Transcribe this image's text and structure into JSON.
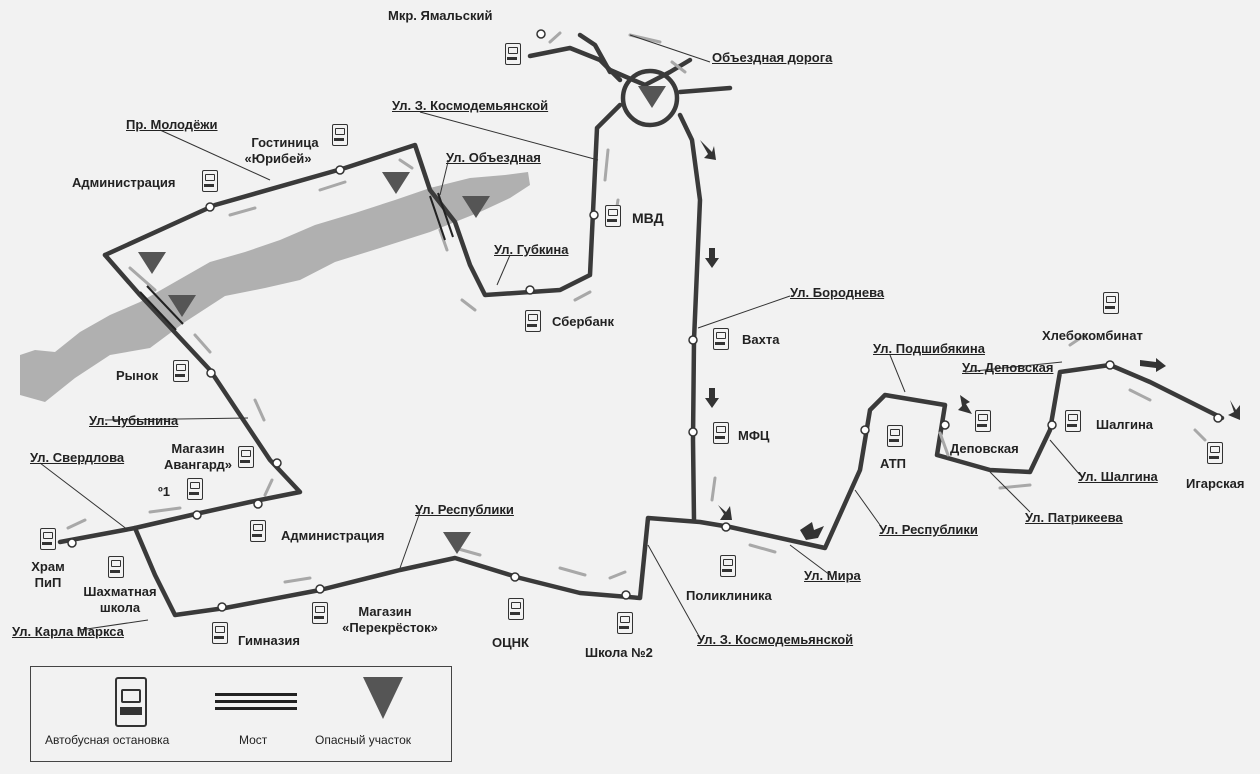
{
  "map": {
    "colors": {
      "route": "#3a3a3a",
      "river": "#9a9a9a",
      "hazard": "#555555",
      "arrow": "#a8a8a8"
    },
    "stops": {
      "mikr_yamalsky": "Мкр. Ямальский",
      "gostinitsa_1": "Гостиница",
      "gostinitsa_2": "«Юрибей»",
      "administratsiya_top": "Администрация",
      "mvd": "МВД",
      "sberbank": "Сбербанк",
      "vakhta": "Вахта",
      "mfc": "МФЦ",
      "rynok": "Рынок",
      "magazin_avangard_1": "Магазин",
      "magazin_avangard_2": "Авангард»",
      "no1": "º1",
      "administratsiya_bottom": "Администрация",
      "khram_1": "Храм",
      "khram_2": "ПиП",
      "shakhmatnaya_1": "Шахматная",
      "shakhmatnaya_2": "школа",
      "gimnaziya": "Гимназия",
      "perekrestok_1": "Магазин",
      "perekrestok_2": "«Перекрёсток»",
      "ocnk": "ОЦНК",
      "shkola2": "Школа №2",
      "poliklinika": "Поликлиника",
      "atp": "АТП",
      "depovskaya": "Деповская",
      "shalgina": "Шалгина",
      "khlebokombinat": "Хлебокомбинат",
      "igarskaya": "Игарская"
    },
    "streets": {
      "obezdnaya_doroga": "Объездная дорога",
      "kosmodemyanskoy_top": "Ул. З. Космодемьянской",
      "molodezhi": "Пр. Молодёжи",
      "obezdnaya": "Ул. Объездная",
      "gubkina": "Ул. Губкина",
      "brodneva": "Ул. Бороднева",
      "chubynina": "Ул. Чубынина",
      "sverdlova": "Ул. Свердлова",
      "respubliki_center": "Ул. Республики",
      "karla_marksa": "Ул. Карла Маркса",
      "kosmodemyanskoy_bottom": "Ул. З. Космодемьянской",
      "mira": "Ул. Мира",
      "respubliki_east": "Ул. Республики",
      "podshibyakina": "Ул. Подшибякина",
      "depovskaya": "Ул. Деповская",
      "shalgina": "Ул. Шалгина",
      "patrikeeva": "Ул. Патрикеева"
    },
    "legend": {
      "bus_stop": "Автобусная остановка",
      "bridge": "Мост",
      "hazard": "Опасный участок"
    }
  }
}
